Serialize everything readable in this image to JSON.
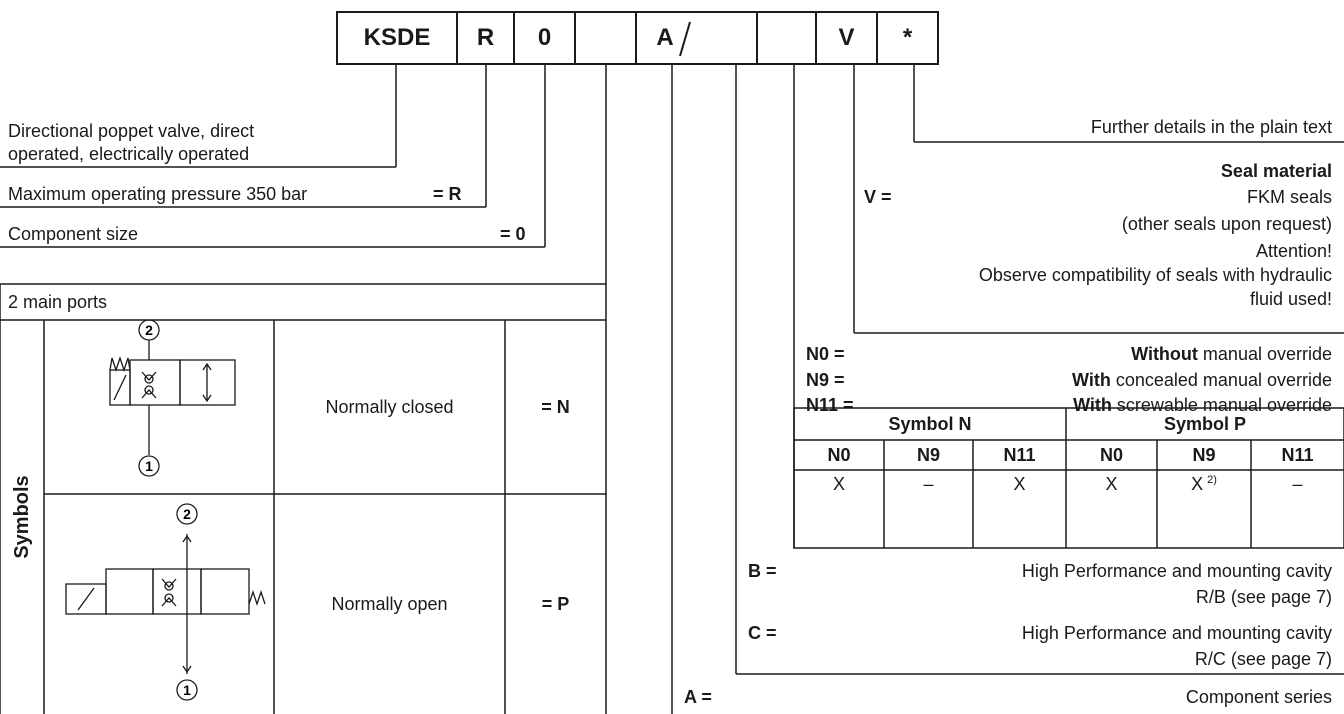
{
  "type_code": {
    "segments": [
      "KSDE",
      "R",
      "0",
      "",
      "A",
      "",
      "",
      "V",
      "*"
    ]
  },
  "left": {
    "valve_desc_line1": "Directional poppet valve, direct",
    "valve_desc_line2": "operated, electrically operated",
    "pressure_label": "Maximum operating pressure 350 bar",
    "pressure_code": "= R",
    "size_label": "Component size",
    "size_code": "= 0",
    "ports_header": "2 main ports",
    "symbols_label": "Symbols",
    "rows": [
      {
        "description": "Normally closed",
        "code": "= N",
        "port_top": "2",
        "port_bottom": "1"
      },
      {
        "description": "Normally open",
        "code": "= P",
        "port_top": "2",
        "port_bottom": "1"
      }
    ]
  },
  "right": {
    "further_details": "Further details in the plain text",
    "seal_title": "Seal material",
    "seal_code": "V =",
    "seal_value": "FKM seals",
    "seal_other": "(other seals upon request)",
    "attention": "Attention!",
    "compat_line1": "Observe compatibility of seals with hydraulic",
    "compat_line2": "fluid used!",
    "overrides": [
      {
        "code": "N0 =",
        "bold": "Without",
        "rest": " manual override"
      },
      {
        "code": "N9 =",
        "bold": "With",
        "rest": " concealed manual override"
      },
      {
        "code": "N11 =",
        "bold": "With",
        "rest": " screwable manual override"
      }
    ],
    "override_table": {
      "groups": [
        "Symbol N",
        "Symbol P"
      ],
      "headers": [
        "N0",
        "N9",
        "N11",
        "N0",
        "N9",
        "N11"
      ],
      "values": [
        "X",
        "–",
        "X",
        "X",
        "X",
        "–"
      ],
      "footnote": "2)"
    },
    "b_code": "B =",
    "b_line1": "High Performance and mounting cavity",
    "b_line2": "R/B (see page 7)",
    "c_code": "C =",
    "c_line1": "High Performance and mounting cavity",
    "c_line2": "R/C (see page 7)",
    "a_code": "A =",
    "a_value": "Component series"
  }
}
